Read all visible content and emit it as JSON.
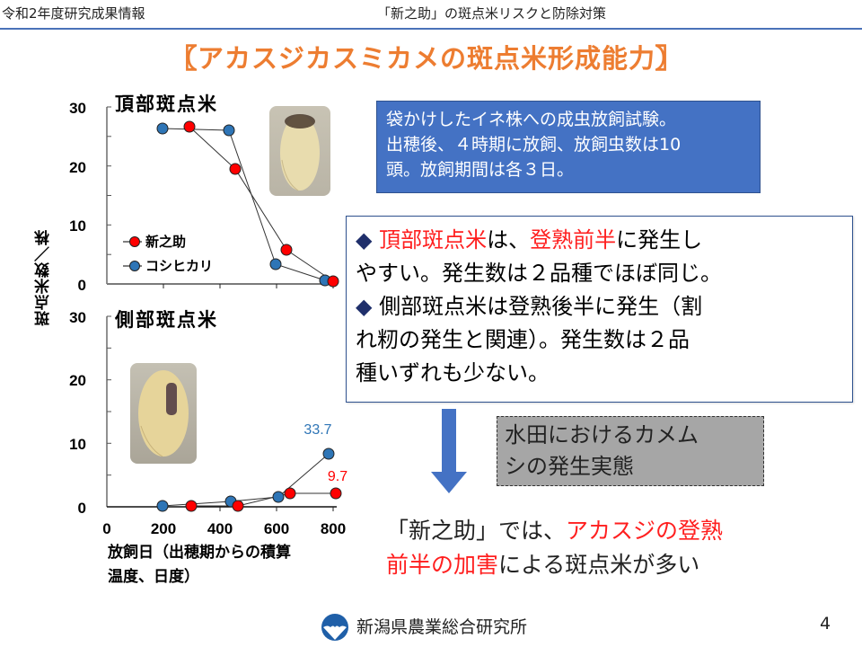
{
  "header": {
    "left_text": "令和2年度研究成果情報",
    "center_text": "「新之助」の斑点米リスクと防除対策"
  },
  "title": {
    "open_bracket": "〖",
    "text": "アカスジカスミカメの斑点米形成能力",
    "close_bracket": "〗"
  },
  "chart": {
    "y_axis_label": "斑点米数／株",
    "x_axis_label_line1": "放飼日（出穂期からの積算",
    "x_axis_label_line2": "温度、日度）",
    "x_ticks": [
      "0",
      "200",
      "400",
      "600",
      "800"
    ],
    "y_ticks": [
      "0",
      "10",
      "20",
      "30"
    ],
    "legend": [
      {
        "label": "新之助",
        "color": "#ff0000"
      },
      {
        "label": "コシヒカリ",
        "color": "#2e75b6"
      }
    ],
    "top_panel_title": "頂部斑点米",
    "bottom_panel_title": "側部斑点米",
    "annotation_koshihikari": "33.7",
    "annotation_shinnosuke": "9.7"
  },
  "chart_data": [
    {
      "type": "line",
      "title": "頂部斑点米",
      "xlabel": "放飼日（出穂期からの積算温度、日度）",
      "ylabel": "斑点米数／株",
      "xlim": [
        0,
        800
      ],
      "ylim": [
        0,
        30
      ],
      "legend_position": "lower-left",
      "series": [
        {
          "name": "新之助",
          "color": "#ff0000",
          "x": [
            292,
            454,
            635,
            800
          ],
          "y": [
            26.6,
            19.5,
            5.8,
            0.5
          ]
        },
        {
          "name": "コシヒカリ",
          "color": "#2e75b6",
          "x": [
            197,
            432,
            597,
            771
          ],
          "y": [
            26.3,
            26.0,
            3.3,
            0.6
          ]
        }
      ]
    },
    {
      "type": "line",
      "title": "側部斑点米",
      "xlabel": "放飼日（出穂期からの積算温度、日度）",
      "ylabel": "斑点米数／株",
      "xlim": [
        0,
        800
      ],
      "ylim": [
        0,
        30
      ],
      "annotations": [
        {
          "text": "33.7",
          "color": "#2e75b6",
          "series": "コシヒカリ",
          "x": 784
        },
        {
          "text": "9.7",
          "color": "#ff0000",
          "series": "新之助",
          "x": 810
        }
      ],
      "series": [
        {
          "name": "新之助",
          "color": "#ff0000",
          "x": [
            298,
            463,
            647,
            810
          ],
          "y": [
            0.1,
            0.1,
            2.1,
            2.1
          ]
        },
        {
          "name": "コシヒカリ",
          "color": "#2e75b6",
          "x": [
            197,
            438,
            606,
            784
          ],
          "y": [
            0.1,
            0.8,
            1.6,
            8.3
          ]
        }
      ]
    }
  ],
  "info_box": {
    "line1": "袋かけしたイネ株への成虫放飼試験。",
    "line2": "出穂後、４時期に放飼、放飼虫数は10",
    "line3": "頭。放飼期間は各３日。"
  },
  "findings": {
    "bullet_symbol": "◆",
    "item1_red1": "頂部斑点米",
    "item1_text1": "は、",
    "item1_red2": "登熟前半",
    "item1_text2": "に発生し",
    "item1_line2": "やすい。発生数は２品種でほぼ同じ。",
    "item2_line1": "側部斑点米は登熟後半に発生（割",
    "item2_line2": "れ籾の発生と関連）。発生数は２品",
    "item2_line3": "種いずれも少ない。"
  },
  "next_topic": {
    "line1": "水田におけるカメム",
    "line2": "シの発生実態"
  },
  "conclusion": {
    "part1": "「新之助」では、",
    "part2_red": "アカスジの登熟",
    "part3_red": "前半の加害",
    "part4": "による斑点米が多い"
  },
  "footer": {
    "organization": "新潟県農業総合研究所",
    "page_number": "4"
  },
  "colors": {
    "title_orange": "#ed7d31",
    "accent_blue": "#4472c4",
    "header_line": "#4a72b8",
    "emphasis_red": "#ff1f1f",
    "series_red": "#ff0000",
    "series_blue": "#2e75b6"
  }
}
